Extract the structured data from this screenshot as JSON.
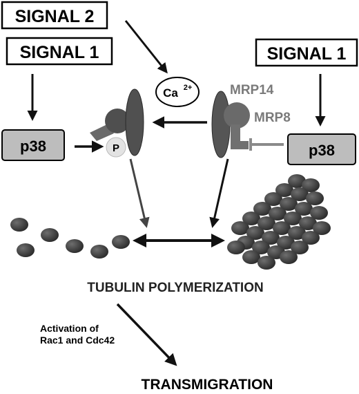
{
  "signals": {
    "signal2": "SIGNAL 2",
    "signal1_left": "SIGNAL 1",
    "signal1_right": "SIGNAL 1"
  },
  "kinases": {
    "left": "p38",
    "right": "p38"
  },
  "calcium": {
    "base": "Ca",
    "superscript": "2+"
  },
  "phospho": "P",
  "proteins": {
    "mrp14": "MRP14",
    "mrp8": "MRP8"
  },
  "process": {
    "polymerization": "TUBULIN POLYMERIZATION",
    "activation_line1": "Activation of",
    "activation_line2": "Rac1 and Cdc42",
    "outcome": "TRANSMIGRATION"
  },
  "colors": {
    "protein_dark": "#4a4a4a",
    "protein_mid": "#6a6a6a",
    "kinase_fill": "#bdbdbd",
    "mrp_text": "#7a7a7a",
    "phospho_fill": "#e3e3e3",
    "inhibitor": "#8a8a8a"
  }
}
